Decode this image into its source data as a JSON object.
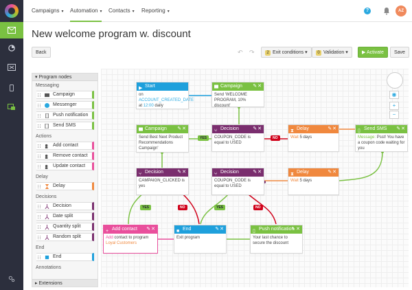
{
  "nav": {
    "tabs": [
      {
        "label": "Campaigns"
      },
      {
        "label": "Automation"
      },
      {
        "label": "Contacts"
      },
      {
        "label": "Reporting"
      }
    ],
    "caret": "▾",
    "help": "?",
    "avatar": "AZ"
  },
  "colors": {
    "accent": "#7ac142",
    "start": "#1ea0dc",
    "campaign": "#7ac142",
    "decision": "#7a2e6e",
    "delay": "#f0883e",
    "sms": "#7ac142",
    "addcontact": "#e94f9c"
  },
  "page": {
    "title": "New welcome program w. discount"
  },
  "toolbar": {
    "back": "Back",
    "exit_count": "2",
    "exit_label": "Exit conditions",
    "validation_count": "0",
    "validation_label": "Validation",
    "activate": "Activate",
    "save": "Save",
    "undo": "↶",
    "redo": "↷"
  },
  "sidebar": {
    "title": "Program nodes",
    "groups": {
      "messaging": "Messaging",
      "actions": "Actions",
      "delay": "Delay",
      "decisions": "Decisions",
      "end": "End",
      "annotations": "Annotations"
    },
    "nodes": {
      "campaign": "Campaign",
      "messenger": "Messenger",
      "push": "Push notification",
      "sms": "Send SMS",
      "add_contact": "Add contact",
      "remove_contact": "Remove contact",
      "update_contact": "Update contact",
      "delay": "Delay",
      "decision": "Decision",
      "date_split": "Date split",
      "quantity_split": "Quantity split",
      "random_split": "Random split",
      "end": "End"
    },
    "footer": "Extensions"
  },
  "canvas": {
    "start": {
      "title": "Start",
      "on": "on",
      "field": "ACCOUNT_CREATED_DATE",
      "at": "at",
      "time": "12:00",
      "freq": "daily"
    },
    "campaign1": {
      "title": "Campaign",
      "send": "Send",
      "value": "'WELCOME PROGRAM, 10% discount'"
    },
    "campaign2": {
      "title": "Campaign",
      "send": "Send",
      "value": "Best Next Product Recommendations Campaign'"
    },
    "decision1": {
      "title": "Decision",
      "text": "COUPON_CODE is equal to USED"
    },
    "delay1": {
      "title": "Delay",
      "wait": "Wait",
      "value": "5 days"
    },
    "sms": {
      "title": "Send SMS",
      "message_label": "Message:",
      "message": "Psst! You have a coupon code waiting for you"
    },
    "decision2": {
      "title": "Decision",
      "text": "CAMPAIGN_CLICKED is yes"
    },
    "decision3": {
      "title": "Decision",
      "text": "COUPON_CODE is equal to USED"
    },
    "delay2": {
      "title": "Delay",
      "wait": "Wait",
      "value": "5 days"
    },
    "addcontact": {
      "title": "Add contact",
      "add": "Add",
      "mid": "contact to program",
      "value": "Loyal Customers"
    },
    "end": {
      "title": "End",
      "text": "Exit program"
    },
    "push": {
      "title": "Push notification",
      "text": "Your last chance to secure the discount"
    },
    "labels": {
      "yes": "YES",
      "no": "NO"
    },
    "controls": "✎✕",
    "zoom_in": "+",
    "zoom_out": "−"
  }
}
